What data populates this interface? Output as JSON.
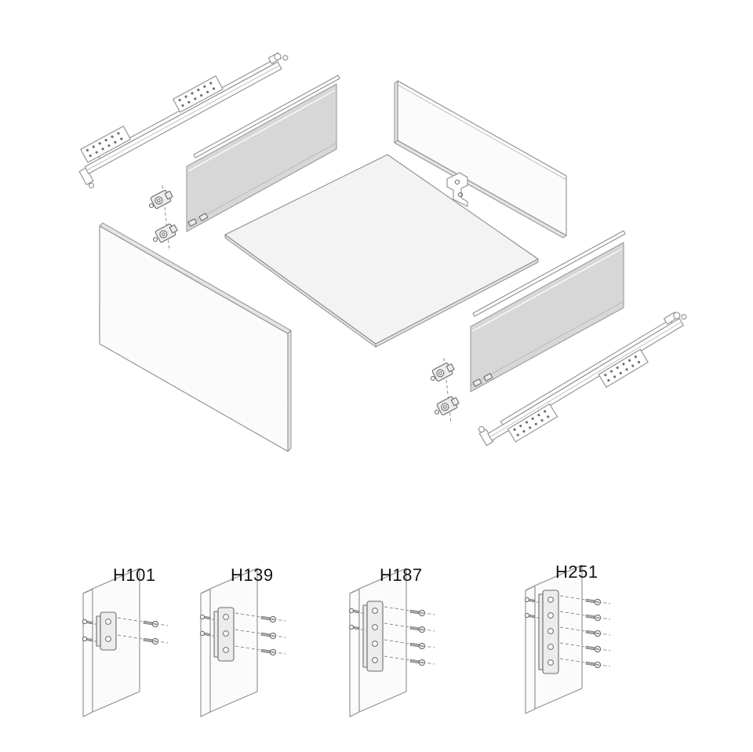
{
  "figure": {
    "type": "exploded-assembly-diagram",
    "subject": "drawer-box-with-concealed-slides",
    "background": "#ffffff",
    "line_color": "#8e8e8e",
    "panel_gray": "#d7d7d7",
    "hardware_color": "#6b6b6b",
    "parts": [
      "left-slide-rail",
      "left-gallery-rail",
      "left-drawer-side-panel",
      "front-fixing-brackets-left",
      "cabinet-side-panel",
      "drawer-bottom-panel",
      "drawer-back-panel",
      "rear-fixing-bracket",
      "right-gallery-rail",
      "right-drawer-side-panel",
      "front-fixing-brackets-right",
      "right-slide-rail"
    ]
  },
  "details": [
    {
      "label": "H101",
      "right_screws": 2,
      "left_screws": 2
    },
    {
      "label": "H139",
      "right_screws": 3,
      "left_screws": 2
    },
    {
      "label": "H187",
      "right_screws": 4,
      "left_screws": 2
    },
    {
      "label": "H251",
      "right_screws": 5,
      "left_screws": 2
    }
  ]
}
